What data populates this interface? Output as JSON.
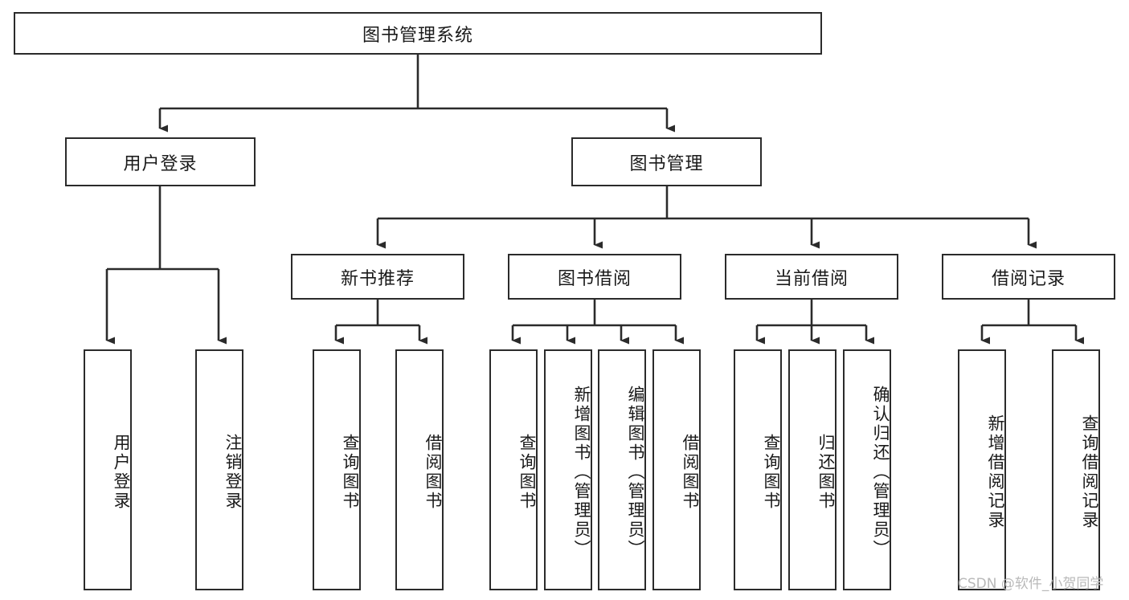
{
  "diagram": {
    "title": "图书管理系统",
    "type": "hierarchy-tree",
    "watermark": "CSDN @软件_小贺同学",
    "colors": {
      "box_border": "#2b2b2b",
      "box_fill": "#ffffff",
      "connector": "#2b2b2b",
      "text": "#1a1a1a",
      "watermark": "#b9b9b9"
    },
    "root": {
      "label": "图书管理系统",
      "orientation": "horizontal"
    },
    "level1": [
      {
        "label": "用户登录",
        "orientation": "horizontal"
      },
      {
        "label": "图书管理",
        "orientation": "horizontal"
      }
    ],
    "level2": [
      {
        "label": "新书推荐",
        "orientation": "horizontal"
      },
      {
        "label": "图书借阅",
        "orientation": "horizontal"
      },
      {
        "label": "当前借阅",
        "orientation": "horizontal"
      },
      {
        "label": "借阅记录",
        "orientation": "horizontal"
      }
    ],
    "leaves": {
      "user_login": [
        {
          "label": "用户登录",
          "orientation": "vertical"
        },
        {
          "label": "注销登录",
          "orientation": "vertical"
        }
      ],
      "new_book_recommend": [
        {
          "label": "查询图书",
          "orientation": "vertical"
        },
        {
          "label": "借阅图书",
          "orientation": "vertical"
        }
      ],
      "book_borrow": [
        {
          "label": "查询图书",
          "orientation": "vertical"
        },
        {
          "label": "新增图书（管理员）",
          "orientation": "vertical"
        },
        {
          "label": "编辑图书（管理员）",
          "orientation": "vertical"
        },
        {
          "label": "借阅图书",
          "orientation": "vertical"
        }
      ],
      "current_borrow": [
        {
          "label": "查询图书",
          "orientation": "vertical"
        },
        {
          "label": "归还图书",
          "orientation": "vertical"
        },
        {
          "label": "确认归还（管理员）",
          "orientation": "vertical"
        }
      ],
      "borrow_record": [
        {
          "label": "新增借阅记录",
          "orientation": "vertical"
        },
        {
          "label": "查询借阅记录",
          "orientation": "vertical"
        }
      ]
    }
  }
}
